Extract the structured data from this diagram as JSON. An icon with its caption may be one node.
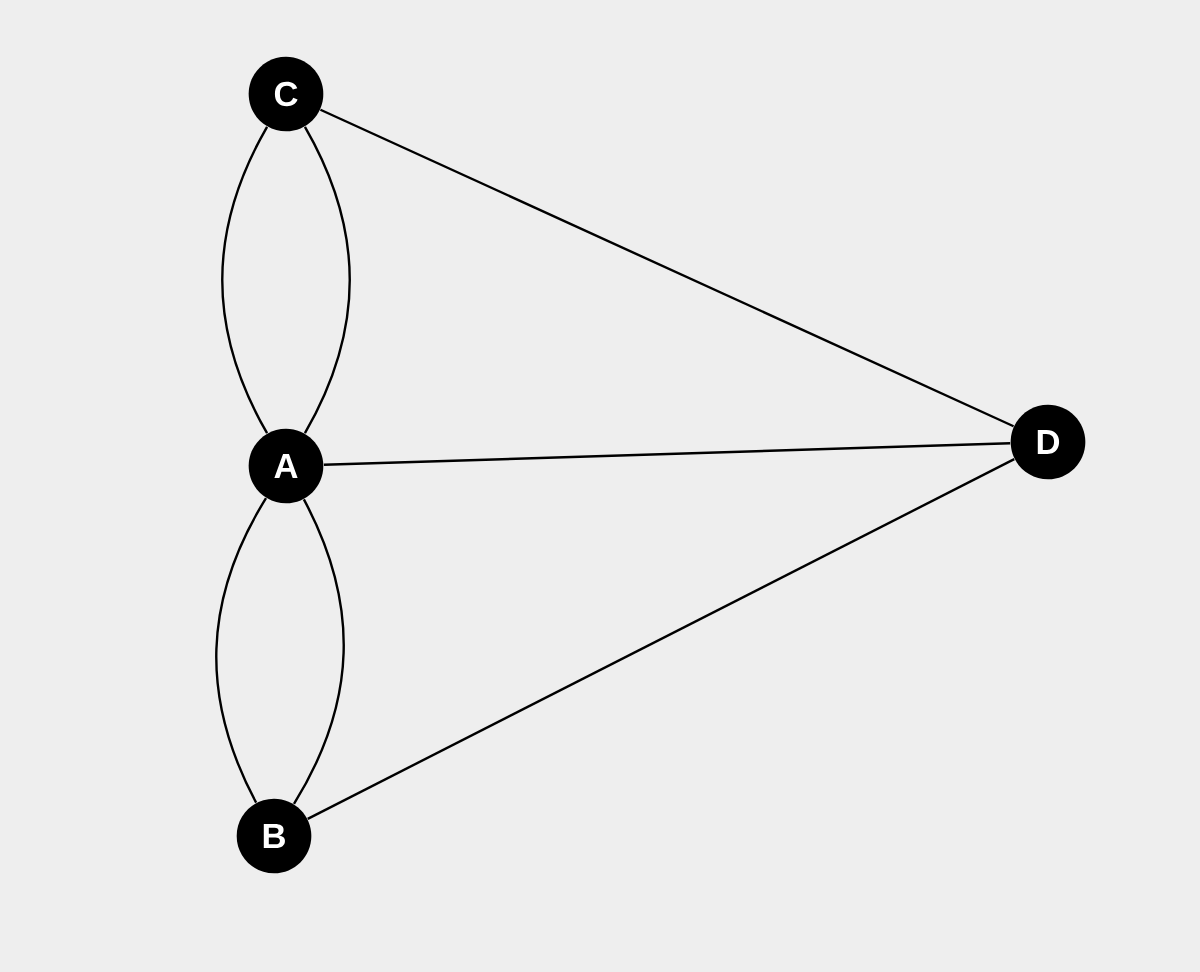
{
  "diagram": {
    "nodes": [
      {
        "text": [
          "C"
        ]
      },
      {
        "text": [
          "D"
        ]
      },
      {
        "text": [
          "A"
        ]
      },
      {
        "text": [
          "B"
        ]
      }
    ],
    "edges": [
      {
        "from": 0,
        "to": 2,
        "arrow": "none"
      },
      {
        "from": 0,
        "to": 2,
        "arrow": "none"
      },
      {
        "from": 2,
        "to": 3,
        "arrow": "none"
      },
      {
        "from": 2,
        "to": 3,
        "arrow": "none"
      },
      {
        "from": 0,
        "to": 1,
        "arrow": "none"
      },
      {
        "from": 2,
        "to": 1,
        "arrow": "none"
      },
      {
        "from": 3,
        "to": 1,
        "arrow": "none"
      }
    ]
  }
}
